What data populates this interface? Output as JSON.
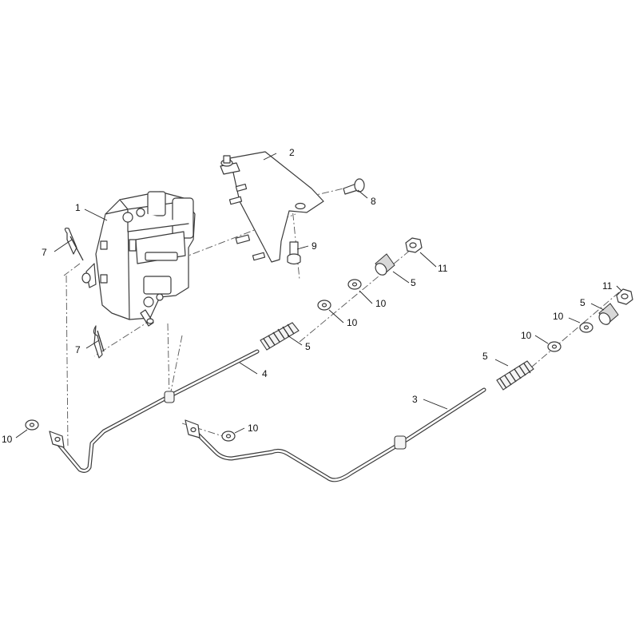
{
  "diagram": {
    "callouts": [
      "1",
      "2",
      "3",
      "4",
      "5",
      "7",
      "8",
      "9",
      "10",
      "11"
    ]
  }
}
